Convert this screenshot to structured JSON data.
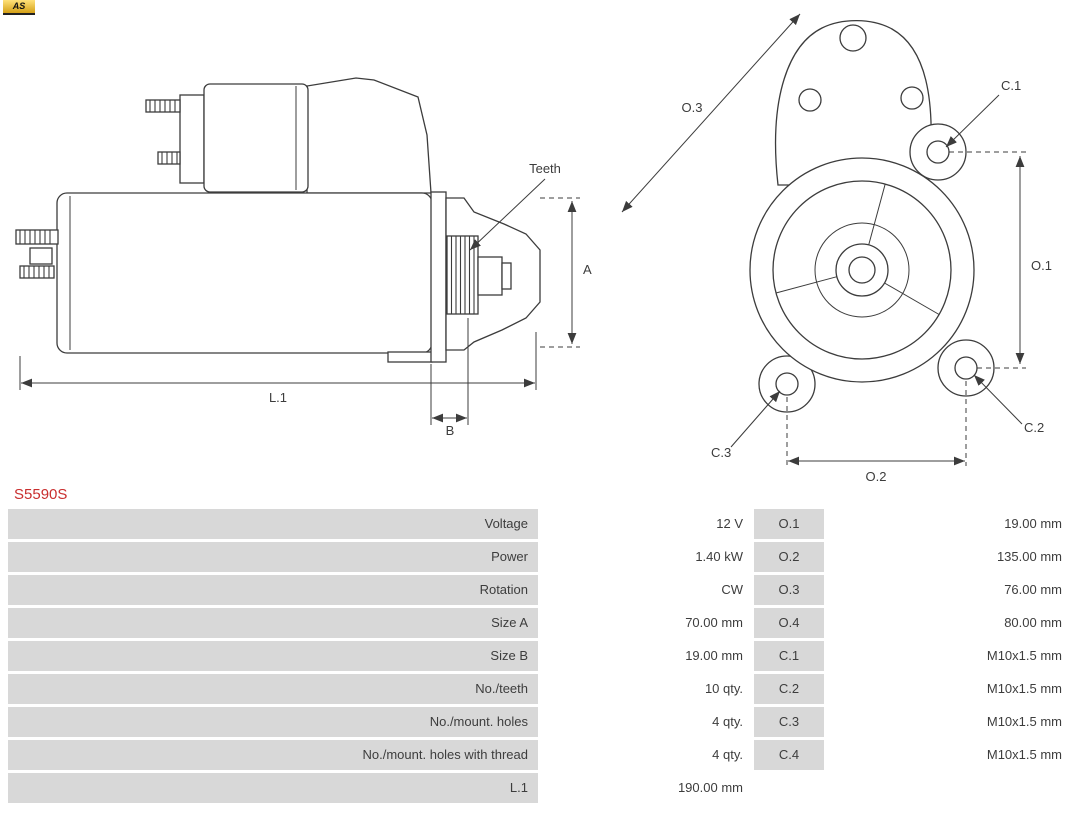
{
  "brand": {
    "logo_text": "AS"
  },
  "part_number": "S5590S",
  "drawing": {
    "labels": {
      "teeth": "Teeth",
      "size_a": "A",
      "size_b": "B",
      "l1": "L.1",
      "o1": "O.1",
      "o2": "O.2",
      "o3": "O.3",
      "c1": "C.1",
      "c2": "C.2",
      "c3": "C.3"
    }
  },
  "table": {
    "rows": [
      {
        "label": "Voltage",
        "value": "12 V",
        "dim": "O.1",
        "dim_value": "19.00 mm"
      },
      {
        "label": "Power",
        "value": "1.40 kW",
        "dim": "O.2",
        "dim_value": "135.00 mm"
      },
      {
        "label": "Rotation",
        "value": "CW",
        "dim": "O.3",
        "dim_value": "76.00 mm"
      },
      {
        "label": "Size A",
        "value": "70.00 mm",
        "dim": "O.4",
        "dim_value": "80.00 mm"
      },
      {
        "label": "Size B",
        "value": "19.00 mm",
        "dim": "C.1",
        "dim_value": "M10x1.5 mm"
      },
      {
        "label": "No./teeth",
        "value": "10 qty.",
        "dim": "C.2",
        "dim_value": "M10x1.5 mm"
      },
      {
        "label": "No./mount. holes",
        "value": "4 qty.",
        "dim": "C.3",
        "dim_value": "M10x1.5 mm"
      },
      {
        "label": "No./mount. holes with thread",
        "value": "4 qty.",
        "dim": "C.4",
        "dim_value": "M10x1.5 mm"
      },
      {
        "label": "L.1",
        "value": "190.00 mm",
        "dim": "",
        "dim_value": ""
      }
    ]
  },
  "colors": {
    "accent": "#c92e2e",
    "cell": "#d8d8d8",
    "line": "#3c3c3c",
    "text": "#3d3d3d"
  }
}
